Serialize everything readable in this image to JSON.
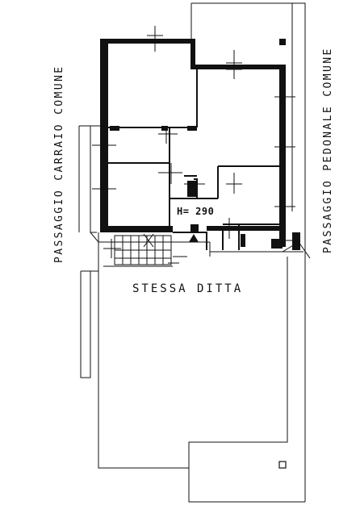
{
  "labels": {
    "left_side": "PASSAGGIO   CARRAIO   COMUNE",
    "right_side": "PASSAGGIO   PEDONALE   COMUNE",
    "same_owner": "STESSA   DITTA",
    "height": "H= 290"
  },
  "colors": {
    "ink": "#111111",
    "paper": "#ffffff"
  }
}
